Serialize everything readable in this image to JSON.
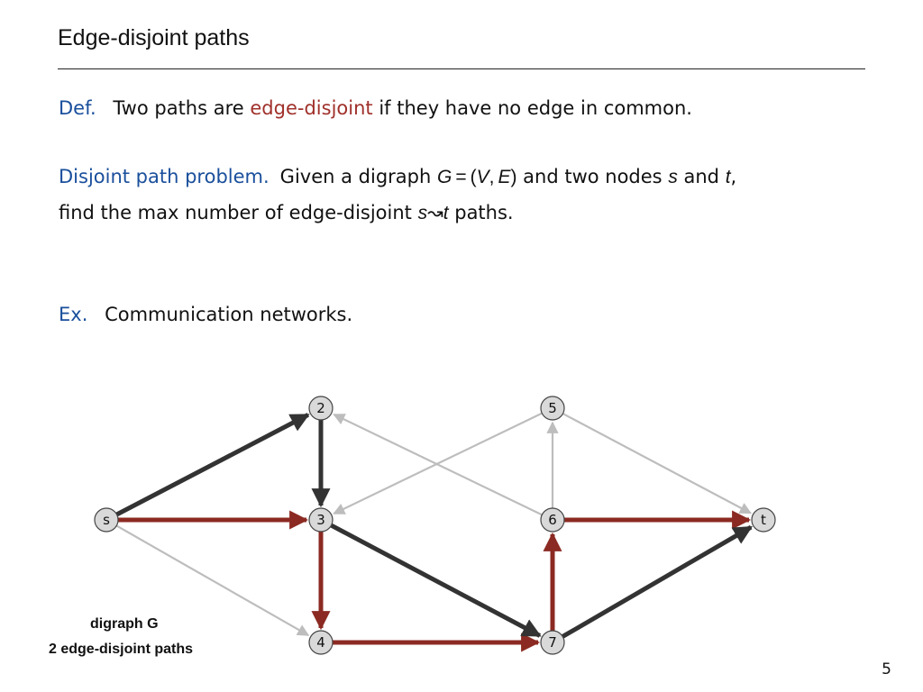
{
  "title": "Edge-disjoint paths",
  "definition": {
    "label": "Def.",
    "text_before": "Two paths are",
    "term": "edge-disjoint",
    "text_after": "if they have no edge in common."
  },
  "problem": {
    "label": "Disjoint path problem.",
    "line1_text": "Given a digraph",
    "graph_symbol": "G",
    "equals": "=",
    "open_paren": "(",
    "vertex_symbol": "V",
    "comma": ",",
    "edge_symbol": "E",
    "close_paren": ")",
    "line1_middle": "and two nodes",
    "source_symbol": "s",
    "and_word": "and",
    "sink_symbol": "t",
    "line1_end": ",",
    "line2_text": "find the max number of edge-disjoint",
    "path_source": "s",
    "path_arrow": "↝",
    "path_sink": "t",
    "line2_end": "paths."
  },
  "example": {
    "label": "Ex.",
    "text": "Communication networks."
  },
  "diagram": {
    "nodes": [
      {
        "id": "s",
        "label": "s"
      },
      {
        "id": "2",
        "label": "2"
      },
      {
        "id": "3",
        "label": "3"
      },
      {
        "id": "4",
        "label": "4"
      },
      {
        "id": "5",
        "label": "5"
      },
      {
        "id": "6",
        "label": "6"
      },
      {
        "id": "7",
        "label": "7"
      },
      {
        "id": "t",
        "label": "t"
      }
    ],
    "edges": [
      {
        "from": "s",
        "to": "2",
        "style": "path-black"
      },
      {
        "from": "2",
        "to": "3",
        "style": "path-black"
      },
      {
        "from": "3",
        "to": "7",
        "style": "path-black"
      },
      {
        "from": "7",
        "to": "t",
        "style": "path-black"
      },
      {
        "from": "s",
        "to": "3",
        "style": "path-red"
      },
      {
        "from": "3",
        "to": "4",
        "style": "path-red"
      },
      {
        "from": "4",
        "to": "7",
        "style": "path-red"
      },
      {
        "from": "7",
        "to": "6",
        "style": "path-red"
      },
      {
        "from": "6",
        "to": "t",
        "style": "path-red"
      },
      {
        "from": "s",
        "to": "4",
        "style": "unused"
      },
      {
        "from": "6",
        "to": "2",
        "style": "unused"
      },
      {
        "from": "5",
        "to": "3",
        "style": "unused"
      },
      {
        "from": "6",
        "to": "5",
        "style": "unused"
      },
      {
        "from": "5",
        "to": "t",
        "style": "unused"
      }
    ],
    "colors": {
      "path_black": "#333333",
      "path_red": "#8b2a22",
      "unused": "#bdbdbd",
      "node_fill": "#d9d9d9",
      "node_stroke": "#444444"
    }
  },
  "captions": {
    "line1": "digraph G",
    "line2": "2 edge-disjoint paths"
  },
  "page_number": "5"
}
